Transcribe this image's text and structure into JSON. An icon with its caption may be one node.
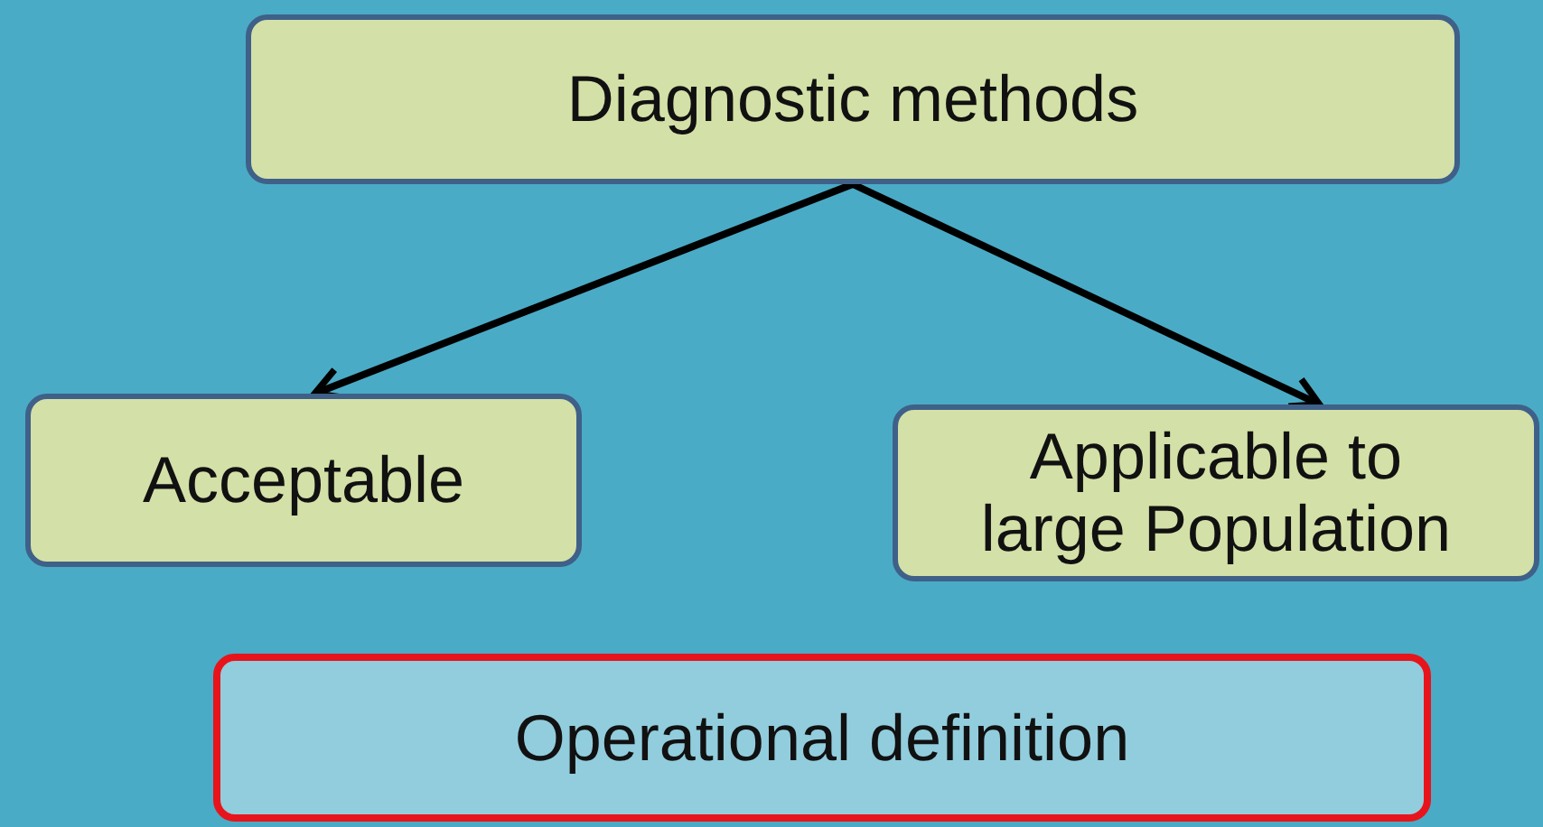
{
  "diagram": {
    "nodes": [
      {
        "text": [
          "Diagnostic methods"
        ]
      },
      {
        "text": [
          "Acceptable"
        ]
      },
      {
        "text": [
          "Applicable to large Population"
        ]
      },
      {
        "text": [
          "Operational definition"
        ]
      }
    ],
    "edges": [
      {
        "from": 0,
        "to": 1,
        "arrow": "to"
      },
      {
        "from": 0,
        "to": 2,
        "arrow": "to"
      }
    ]
  }
}
